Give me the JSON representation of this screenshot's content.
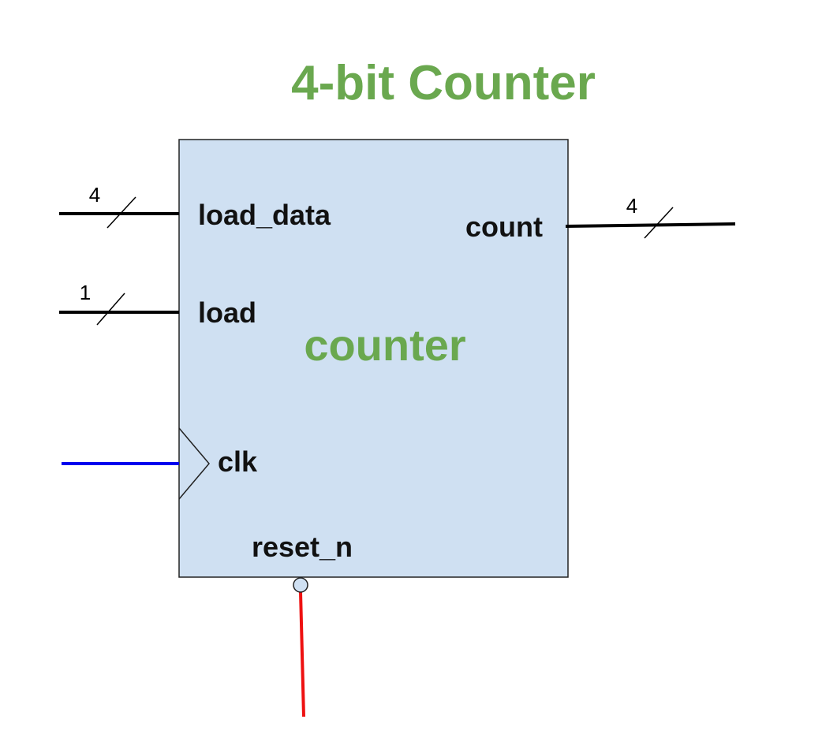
{
  "title": "4-bit Counter",
  "block": {
    "name": "counter",
    "fill": "#cfe0f2",
    "accent": "#6aa84f"
  },
  "ports": {
    "load_data": {
      "label": "load_data",
      "width": "4"
    },
    "load": {
      "label": "load",
      "width": "1"
    },
    "clk": {
      "label": "clk",
      "wire_color": "#0000ee"
    },
    "reset_n": {
      "label": "reset_n",
      "wire_color": "#ee1111"
    },
    "count": {
      "label": "count",
      "width": "4"
    }
  }
}
